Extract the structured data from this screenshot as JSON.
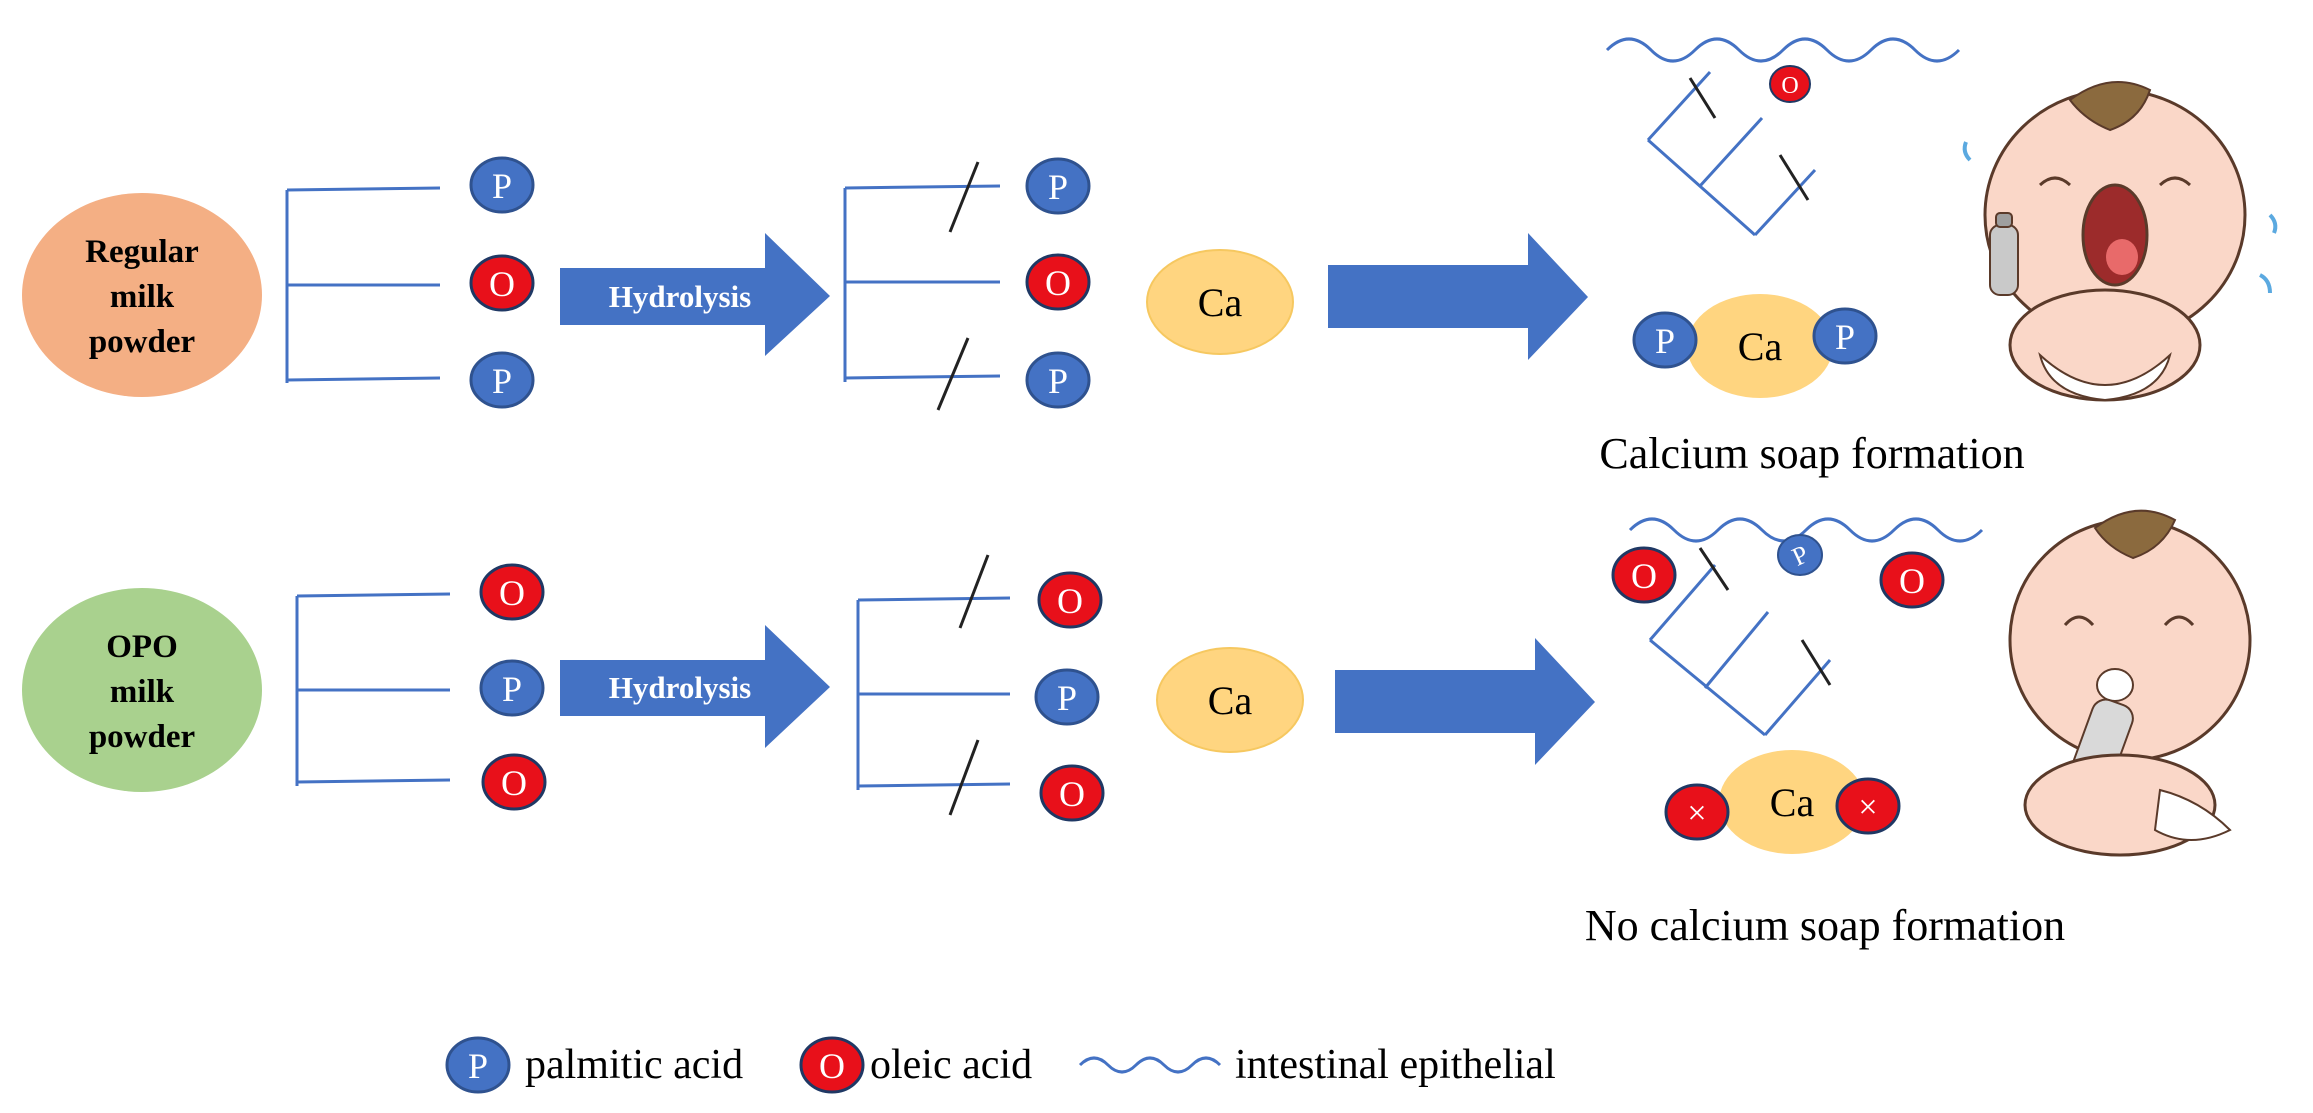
{
  "rows": [
    {
      "source_label": [
        "Regular",
        "milk",
        "powder"
      ],
      "source_color": "#F4AF84",
      "chain_acids": [
        "P",
        "O",
        "P"
      ],
      "arrow_label": "Hydrolysis",
      "cleaved_acids": [
        "P",
        "O",
        "P"
      ],
      "ca_label": "Ca",
      "absorbed_acid": "O",
      "complex": {
        "left": "P",
        "center": "Ca",
        "right": "P"
      },
      "result_caption": "Calcium soap formation",
      "baby": "crying-baby"
    },
    {
      "source_label": [
        "OPO",
        "milk",
        "powder"
      ],
      "source_color": "#A9D18E",
      "chain_acids": [
        "O",
        "P",
        "O"
      ],
      "arrow_label": "Hydrolysis",
      "cleaved_acids": [
        "O",
        "P",
        "O"
      ],
      "ca_label": "Ca",
      "absorbed_acids": [
        "O",
        "P",
        "O"
      ],
      "complex": {
        "left": "×",
        "center": "Ca",
        "right": "×"
      },
      "result_caption": "No calcium soap formation",
      "baby": "happy-baby"
    }
  ],
  "legend": {
    "palmitic_symbol": "P",
    "palmitic_label": "palmitic acid",
    "oleic_symbol": "O",
    "oleic_label": "oleic acid",
    "epithelial_label": "intestinal epithelial"
  },
  "colors": {
    "palmitic": "#4472C4",
    "oleic": "#E8101A",
    "arrow": "#4472C4",
    "calcium": "#FFD580",
    "line": "#4472C4"
  }
}
